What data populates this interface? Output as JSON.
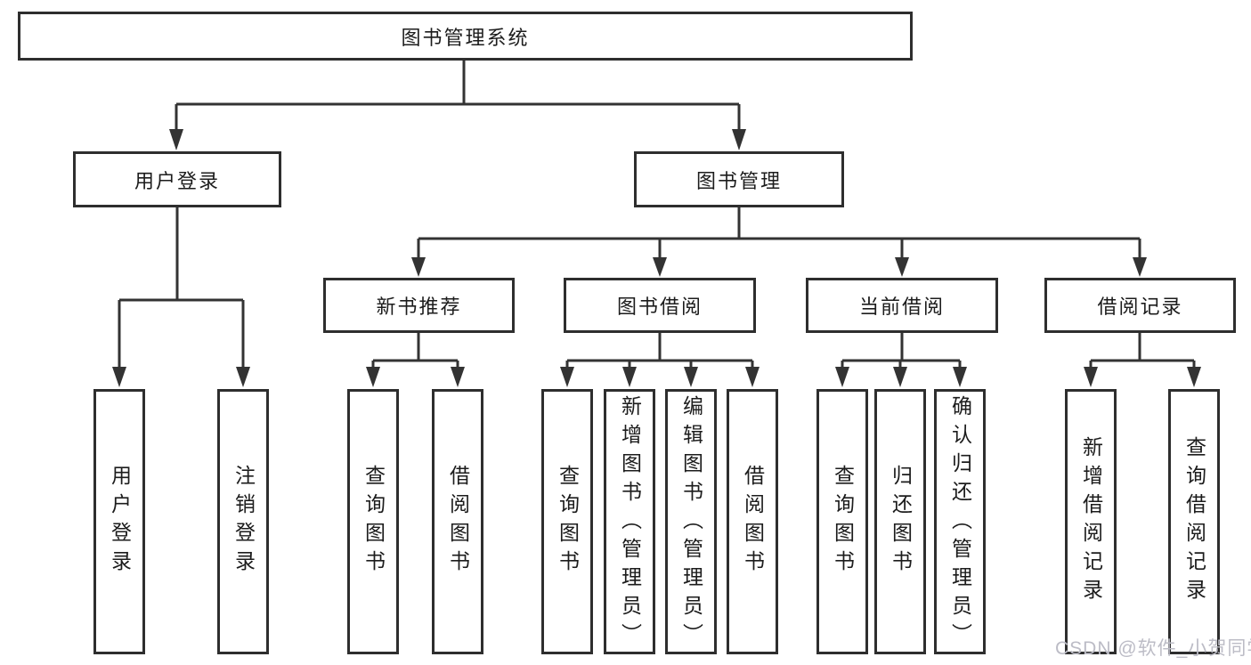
{
  "tree": {
    "label": "图书管理系统",
    "children": [
      {
        "label": "用户登录",
        "children": [
          {
            "label": "用户登录"
          },
          {
            "label": "注销登录"
          }
        ]
      },
      {
        "label": "图书管理",
        "children": [
          {
            "label": "新书推荐",
            "children": [
              {
                "label": "查询图书"
              },
              {
                "label": "借阅图书"
              }
            ]
          },
          {
            "label": "图书借阅",
            "children": [
              {
                "label": "查询图书"
              },
              {
                "label": "新增图书（管理员）"
              },
              {
                "label": "编辑图书（管理员）"
              },
              {
                "label": "借阅图书"
              }
            ]
          },
          {
            "label": "当前借阅",
            "children": [
              {
                "label": "查询图书"
              },
              {
                "label": "归还图书"
              },
              {
                "label": "确认归还（管理员）"
              }
            ]
          },
          {
            "label": "借阅记录",
            "children": [
              {
                "label": "新增借阅记录"
              },
              {
                "label": "查询借阅记录"
              }
            ]
          }
        ]
      }
    ]
  },
  "watermark": {
    "text": "CSDN @软件_小贺同学"
  },
  "colors": {
    "line": "#333333",
    "border": "#2e2e2e",
    "text": "#1c1c1c",
    "watermark": "#bcbcc6"
  }
}
